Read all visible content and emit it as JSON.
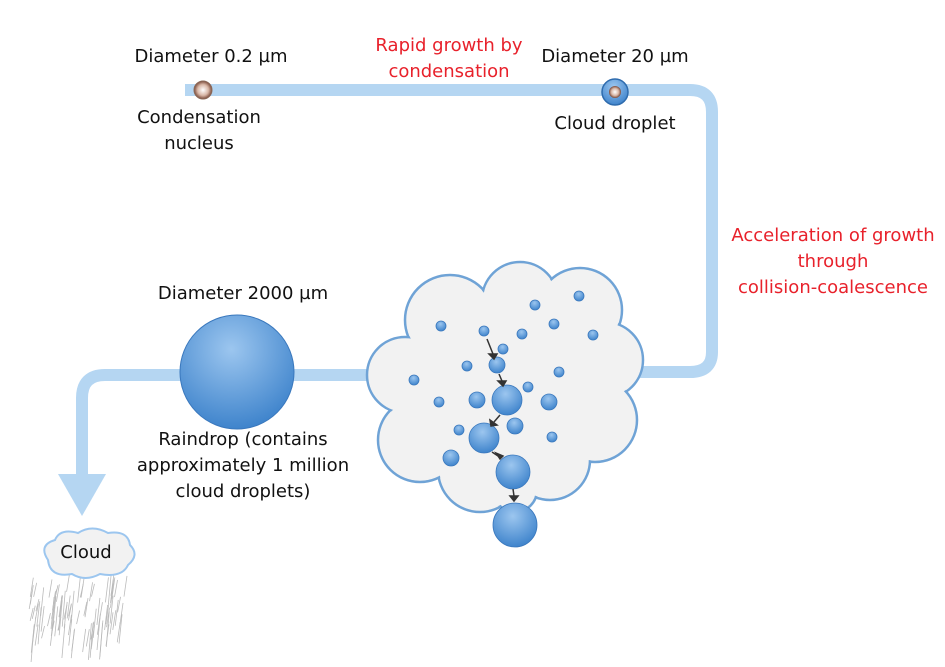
{
  "labels": {
    "nucleus_diameter": "Diameter 0.2 µm",
    "nucleus_name": [
      "Condensation",
      "nucleus"
    ],
    "condensation_process": [
      "Rapid growth by",
      "condensation"
    ],
    "droplet_diameter": "Diameter 20 µm",
    "droplet_name": "Cloud droplet",
    "coalescence_process": [
      "Acceleration of growth",
      "through",
      "collision-coalescence"
    ],
    "raindrop_diameter": "Diameter 2000 µm",
    "raindrop_name": [
      "Raindrop (contains",
      "approximately 1 million",
      "cloud droplets)"
    ],
    "rain_cloud": "Cloud"
  },
  "colors": {
    "path": "#b5d6f2",
    "droplet": "#4a8fd4",
    "process_text": "#e8212b",
    "cloud_fill": "#f2f2f2",
    "cloud_outline": "#6fa3d6"
  }
}
